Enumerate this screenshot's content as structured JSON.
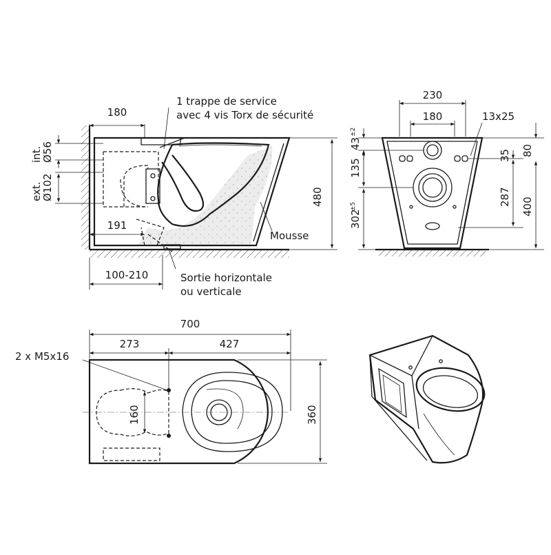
{
  "side_view": {
    "dim_180": "180",
    "service_hatch_line1": "1 trappe de service",
    "service_hatch_line2": "avec 4 vis Torx de sécurité",
    "int_label": "int.",
    "int_dia": "Ø56",
    "ext_label": "ext.",
    "ext_dia": "Ø102",
    "dim_191": "191",
    "dim_480": "480",
    "foam_label": "Mousse",
    "dim_100_210": "100-210",
    "outlet_line1": "Sortie horizontale",
    "outlet_line2": "ou verticale"
  },
  "front_view": {
    "dim_230": "230",
    "dim_180": "180",
    "dim_13x25": "13x25",
    "dim_43": "43",
    "tol_43": "±2",
    "dim_80": "80",
    "dim_35": "35",
    "dim_135": "135",
    "dim_287": "287",
    "dim_400": "400",
    "dim_302": "302",
    "tol_302": "±5"
  },
  "top_view": {
    "dim_700": "700",
    "dim_273": "273",
    "dim_427": "427",
    "screws_label": "2 x M5x16",
    "dim_160": "160",
    "dim_360": "360"
  },
  "colors": {
    "line": "#1a1a1a",
    "foam_fill": "#e6e6e6",
    "steel": "#f2f2f2"
  }
}
